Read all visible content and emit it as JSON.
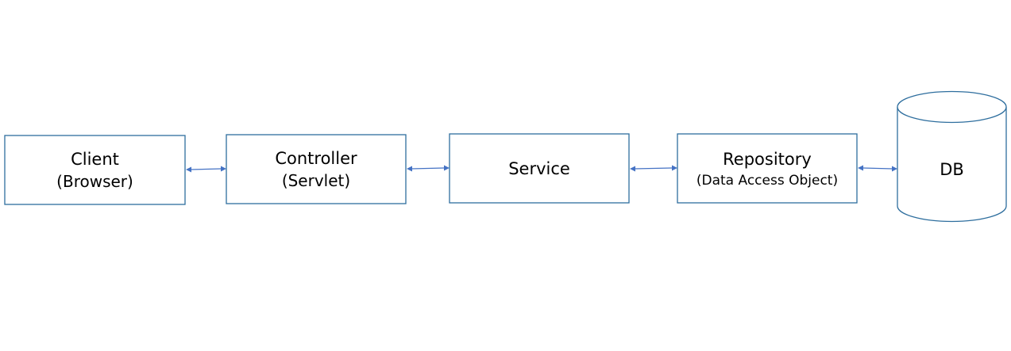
{
  "diagram": {
    "nodes": [
      {
        "id": "client",
        "label": "Client",
        "sublabel": "(Browser)"
      },
      {
        "id": "controller",
        "label": "Controller",
        "sublabel": "(Servlet)"
      },
      {
        "id": "service",
        "label": "Service",
        "sublabel": ""
      },
      {
        "id": "repository",
        "label": "Repository",
        "sublabel": "(Data Access Object)"
      },
      {
        "id": "db",
        "label": "DB",
        "sublabel": ""
      }
    ],
    "edges": [
      {
        "from": "client",
        "to": "controller",
        "direction": "both"
      },
      {
        "from": "controller",
        "to": "service",
        "direction": "both"
      },
      {
        "from": "service",
        "to": "repository",
        "direction": "both"
      },
      {
        "from": "repository",
        "to": "db",
        "direction": "both"
      }
    ],
    "colors": {
      "box_border": "#2e6e9e",
      "arrow": "#4472c4",
      "text": "#000000"
    }
  }
}
